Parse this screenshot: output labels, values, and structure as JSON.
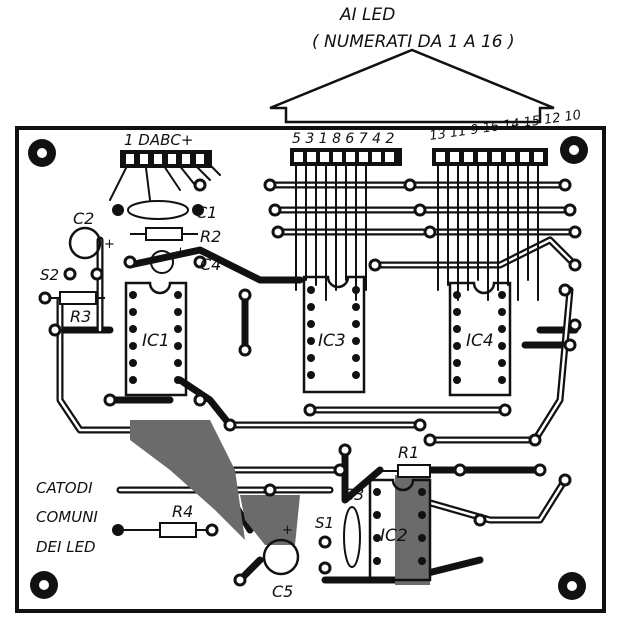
{
  "header": {
    "line1": "AI LED",
    "line2": "( NUMERATI DA 1 A 16 )"
  },
  "connectors": {
    "left_pins": "1 DABC+",
    "mid_pins": "5 3 1 8 6 7 4 2",
    "right_pins": "13 11 9 16 14 15 12 10"
  },
  "components": {
    "c1": "C1",
    "c2": "C2",
    "c3": "C3",
    "c4": "C4",
    "c5": "C5",
    "r1": "R1",
    "r2": "R2",
    "r3": "R3",
    "r4": "R4",
    "s1": "S1",
    "s2": "S2",
    "ic1": "IC1",
    "ic2": "IC2",
    "ic3": "IC3",
    "ic4": "IC4",
    "plus": "+"
  },
  "notes": {
    "cathode_line1": "CATODI",
    "cathode_line2": "COMUNI",
    "cathode_line3": "DEI LED"
  },
  "colors": {
    "ink": "#111111",
    "paper": "#ffffff",
    "copper_fill": "#6b6b6b"
  }
}
